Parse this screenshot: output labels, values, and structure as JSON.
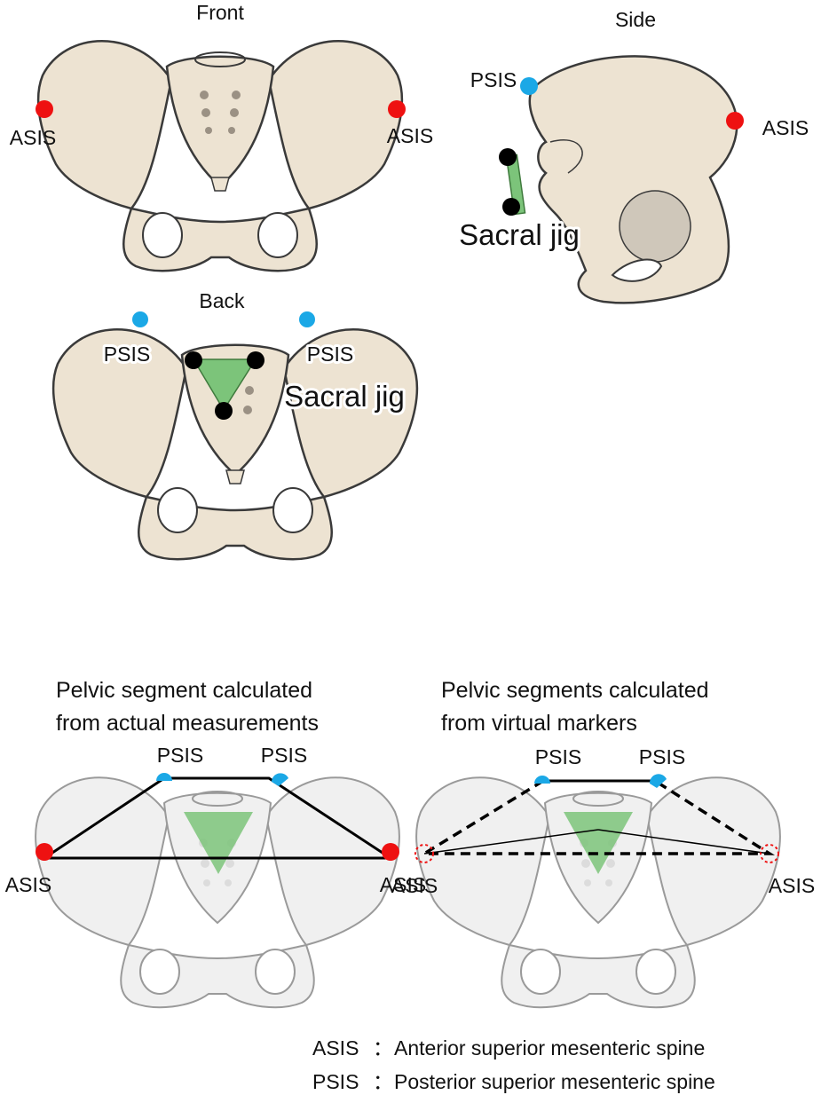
{
  "views": {
    "front": "Front",
    "side": "Side",
    "back": "Back"
  },
  "markers": {
    "asis": "ASIS",
    "psis": "PSIS",
    "sacral_jig": "Sacral jig"
  },
  "panels": {
    "actual": {
      "title_line1": "Pelvic segment calculated",
      "title_line2": "from actual measurements"
    },
    "virtual": {
      "title_line1": "Pelvic segments calculated",
      "title_line2": "from virtual markers"
    }
  },
  "legend": [
    {
      "abbr": "ASIS",
      "separator": "：",
      "text": "Anterior superior mesenteric spine"
    },
    {
      "abbr": "PSIS",
      "separator": "：",
      "text": "Posterior superior mesenteric spine"
    }
  ],
  "colors": {
    "bone": "#ede3d2",
    "bone_outline": "#3a3a3a",
    "bone_shadow": "#b9b1a6",
    "faded_bone": "#f0f0f0",
    "faded_outline": "#9a9a9a",
    "asis_marker": "#ee1111",
    "psis_marker": "#1ba8e6",
    "jig_marker": "#000000",
    "jig_fill": "#7cc47a"
  }
}
